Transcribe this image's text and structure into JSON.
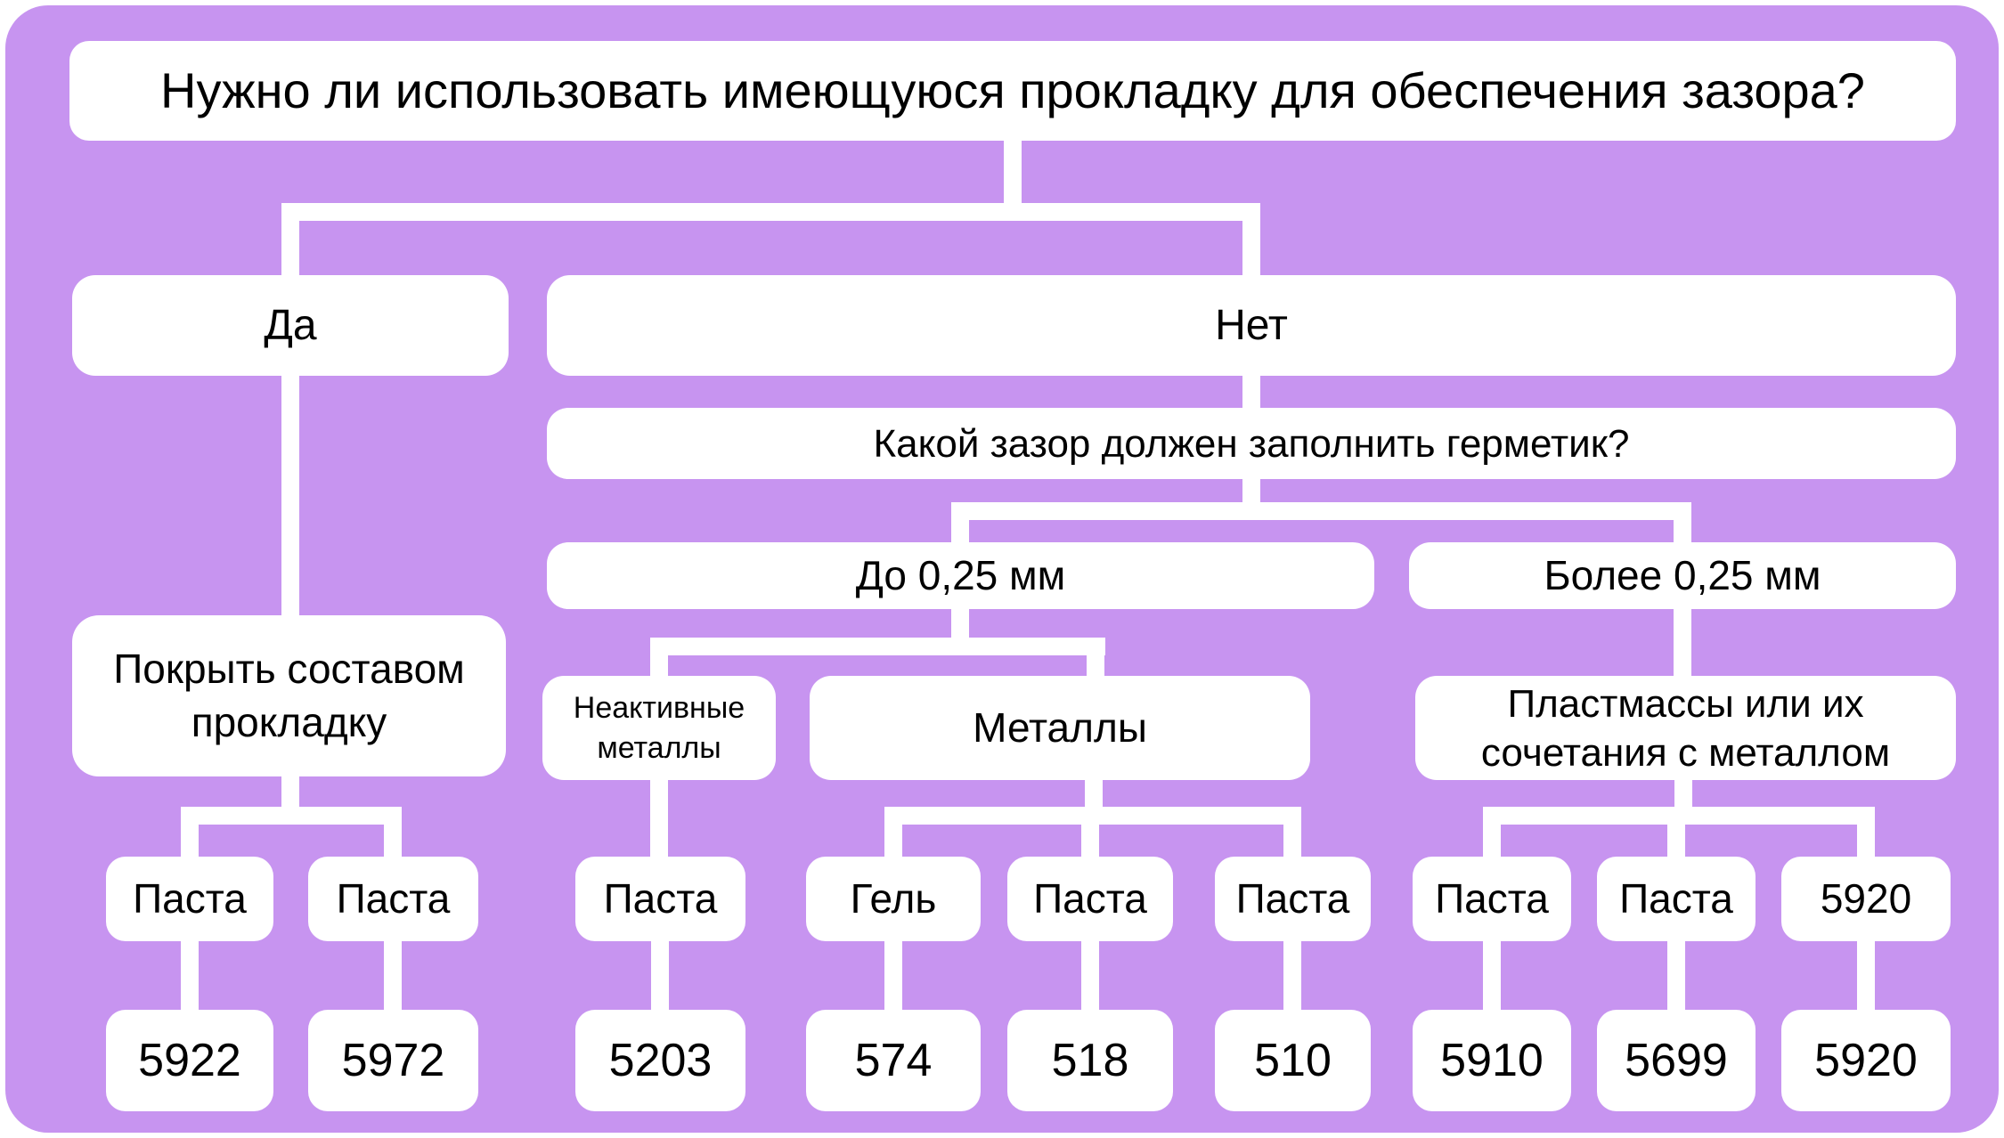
{
  "flowchart": {
    "title_question": "Нужно ли использовать имеющуюся прокладку для обеспечения зазора?",
    "colors": {
      "background": "#c794f0",
      "node_fill": "#ffffff",
      "connector": "#ffffff",
      "text": "#000000"
    },
    "yes_branch": {
      "answer": "Да",
      "action": "Покрыть составом прокладку",
      "options": [
        {
          "form": "Паста",
          "product": "5922"
        },
        {
          "form": "Паста",
          "product": "5972"
        }
      ]
    },
    "no_branch": {
      "answer": "Нет",
      "question": "Какой зазор должен заполнить герметик?",
      "gap_up_to_025mm": {
        "label": "До 0,25 мм",
        "materials": [
          {
            "label": "Неактивные металлы",
            "options": [
              {
                "form": "Паста",
                "product": "5203"
              }
            ]
          },
          {
            "label": "Металлы",
            "options": [
              {
                "form": "Гель",
                "product": "574"
              },
              {
                "form": "Паста",
                "product": "518"
              },
              {
                "form": "Паста",
                "product": "510"
              }
            ]
          }
        ]
      },
      "gap_over_025mm": {
        "label": "Более 0,25 мм",
        "materials": [
          {
            "label": "Пластмассы или их сочетания с металлом",
            "options": [
              {
                "form": "Паста",
                "product": "5910"
              },
              {
                "form": "Паста",
                "product": "5699"
              },
              {
                "form": "5920",
                "product": "5920"
              }
            ]
          }
        ]
      }
    }
  }
}
